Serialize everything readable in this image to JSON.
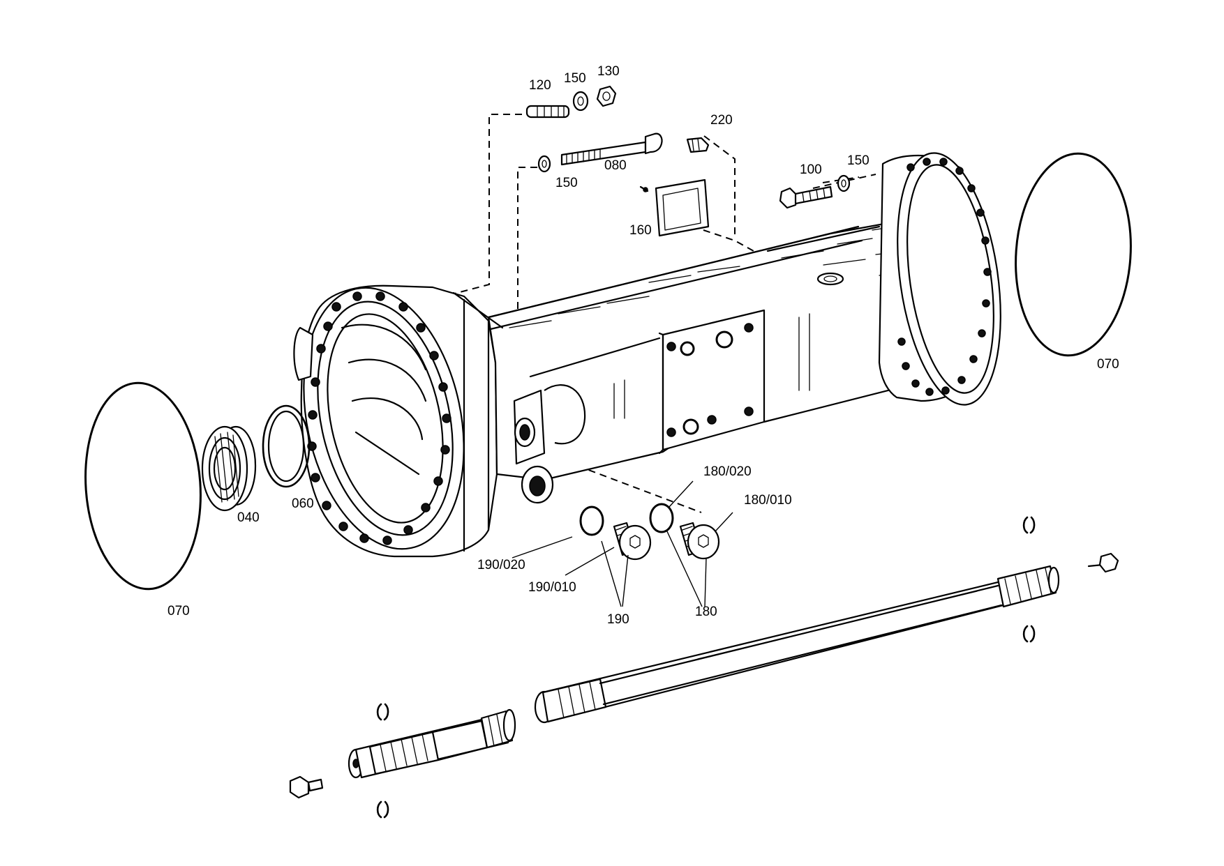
{
  "diagram": {
    "callouts": [
      {
        "id": "c120",
        "text": "120"
      },
      {
        "id": "c150a",
        "text": "150"
      },
      {
        "id": "c130",
        "text": "130"
      },
      {
        "id": "c220",
        "text": "220"
      },
      {
        "id": "c150b",
        "text": "150"
      },
      {
        "id": "c080",
        "text": "080"
      },
      {
        "id": "c100",
        "text": "100"
      },
      {
        "id": "c150c",
        "text": "150"
      },
      {
        "id": "c160",
        "text": "160"
      },
      {
        "id": "c070a",
        "text": "070"
      },
      {
        "id": "c070b",
        "text": "070"
      },
      {
        "id": "c040",
        "text": "040"
      },
      {
        "id": "c060",
        "text": "060"
      },
      {
        "id": "c180_020",
        "text": "180/020"
      },
      {
        "id": "c180_010",
        "text": "180/010"
      },
      {
        "id": "c190_020",
        "text": "190/020"
      },
      {
        "id": "c190_010",
        "text": "190/010"
      },
      {
        "id": "c190",
        "text": "190"
      },
      {
        "id": "c180",
        "text": "180"
      }
    ]
  }
}
